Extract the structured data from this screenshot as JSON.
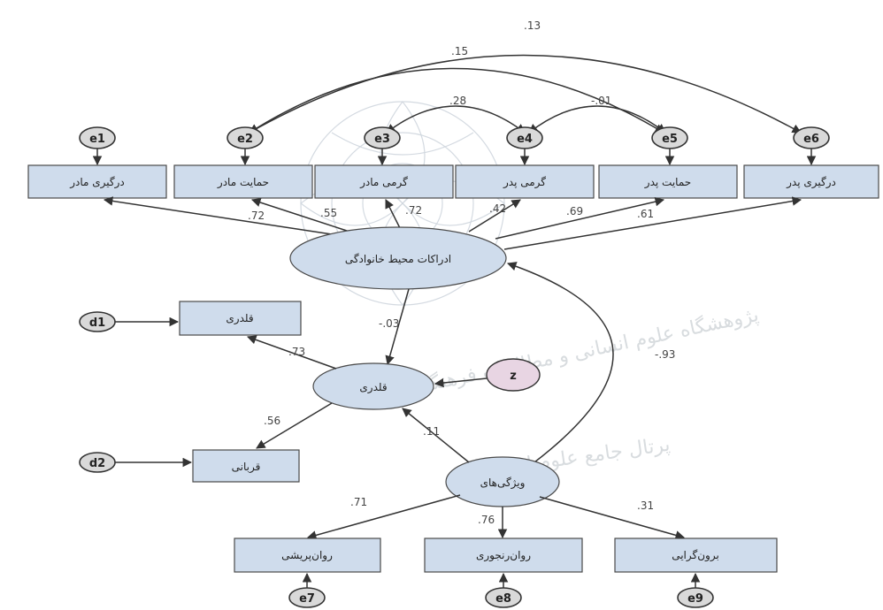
{
  "watermark": {
    "text_line1": "پژوهشگاه علوم انسانی و مطالعات فرهنگی",
    "text_line2": "پرتال جامع علوم انسانی"
  },
  "errors": {
    "e1": "e1",
    "e2": "e2",
    "e3": "e3",
    "e4": "e4",
    "e5": "e5",
    "e6": "e6",
    "e7": "e7",
    "e8": "e8",
    "e9": "e9",
    "d1": "d1",
    "d2": "d2",
    "z": "z"
  },
  "indicators": {
    "mother_involvement": "درگیری مادر",
    "mother_support": "حمایت مادر",
    "mother_warmth": "گرمی مادر",
    "father_warmth": "گرمی پدر",
    "father_support": "حمایت پدر",
    "father_involvement": "درگیری پدر",
    "bullying_1": "قلدری",
    "victimization": "قربانی",
    "psychoticism": "روان‌پریشی",
    "neuroticism": "روان‌رنجوری",
    "extraversion": "برون‌گرایی"
  },
  "latents": {
    "family_climate": "ادراکات محیط خانوادگی",
    "bullying": "قلدری",
    "personality": "ویژگی‌های"
  },
  "coefficients": {
    "cov_e2_e6": ".13",
    "cov_e2_e5": ".15",
    "cov_e3_e4": ".28",
    "cov_e4_e5": "-.01",
    "load_mother_involvement": ".72",
    "load_mother_support": ".55",
    "load_mother_warmth": ".72",
    "load_father_warmth": ".42",
    "load_father_support": ".69",
    "load_father_involvement": ".61",
    "family_to_bullying": "-.03",
    "family_personality_cov": "-.93",
    "bullying_to_bully": ".73",
    "bullying_to_victim": ".56",
    "personality_to_bullying": ".11",
    "personality_to_psychoticism": ".71",
    "personality_to_neuroticism": ".76",
    "personality_to_extraversion": ".31"
  }
}
